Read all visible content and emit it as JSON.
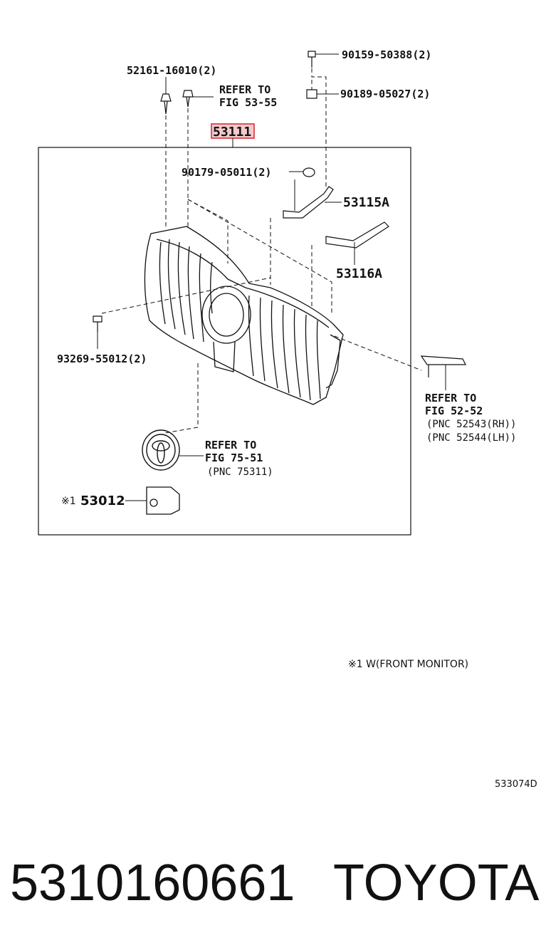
{
  "diagram": {
    "highlighted_part": "53111",
    "callouts": {
      "clip_52161": "52161-16010(2)",
      "refer_53_line1": "REFER TO",
      "refer_53_line2": "FIG 53-55",
      "bolt_90159": "90159-50388(2)",
      "nut_90189": "90189-05027(2)",
      "clip_90179": "90179-05011(2)",
      "bracket_53115A": "53115A",
      "bracket_53116A": "53116A",
      "screw_93269": "93269-55012(2)",
      "refer_52_line1": "REFER TO",
      "refer_52_line2": "FIG 52-52",
      "refer_52_line3": "(PNC 52543(RH))",
      "refer_52_line4": "(PNC 52544(LH))",
      "refer_75_line1": "REFER TO",
      "refer_75_line2": "FIG 75-51",
      "refer_75_line3": "(PNC 75311)",
      "cover_53012_prefix": "※1",
      "cover_53012": "53012"
    },
    "note": "※1 W(FRONT MONITOR)",
    "drawing_id": "533074D"
  },
  "footer": {
    "part_number": "5310160661",
    "brand": "TOYOTA"
  },
  "colors": {
    "highlight_border": "#d9303a",
    "highlight_fill": "#f3c9cc",
    "line": "#111111"
  }
}
